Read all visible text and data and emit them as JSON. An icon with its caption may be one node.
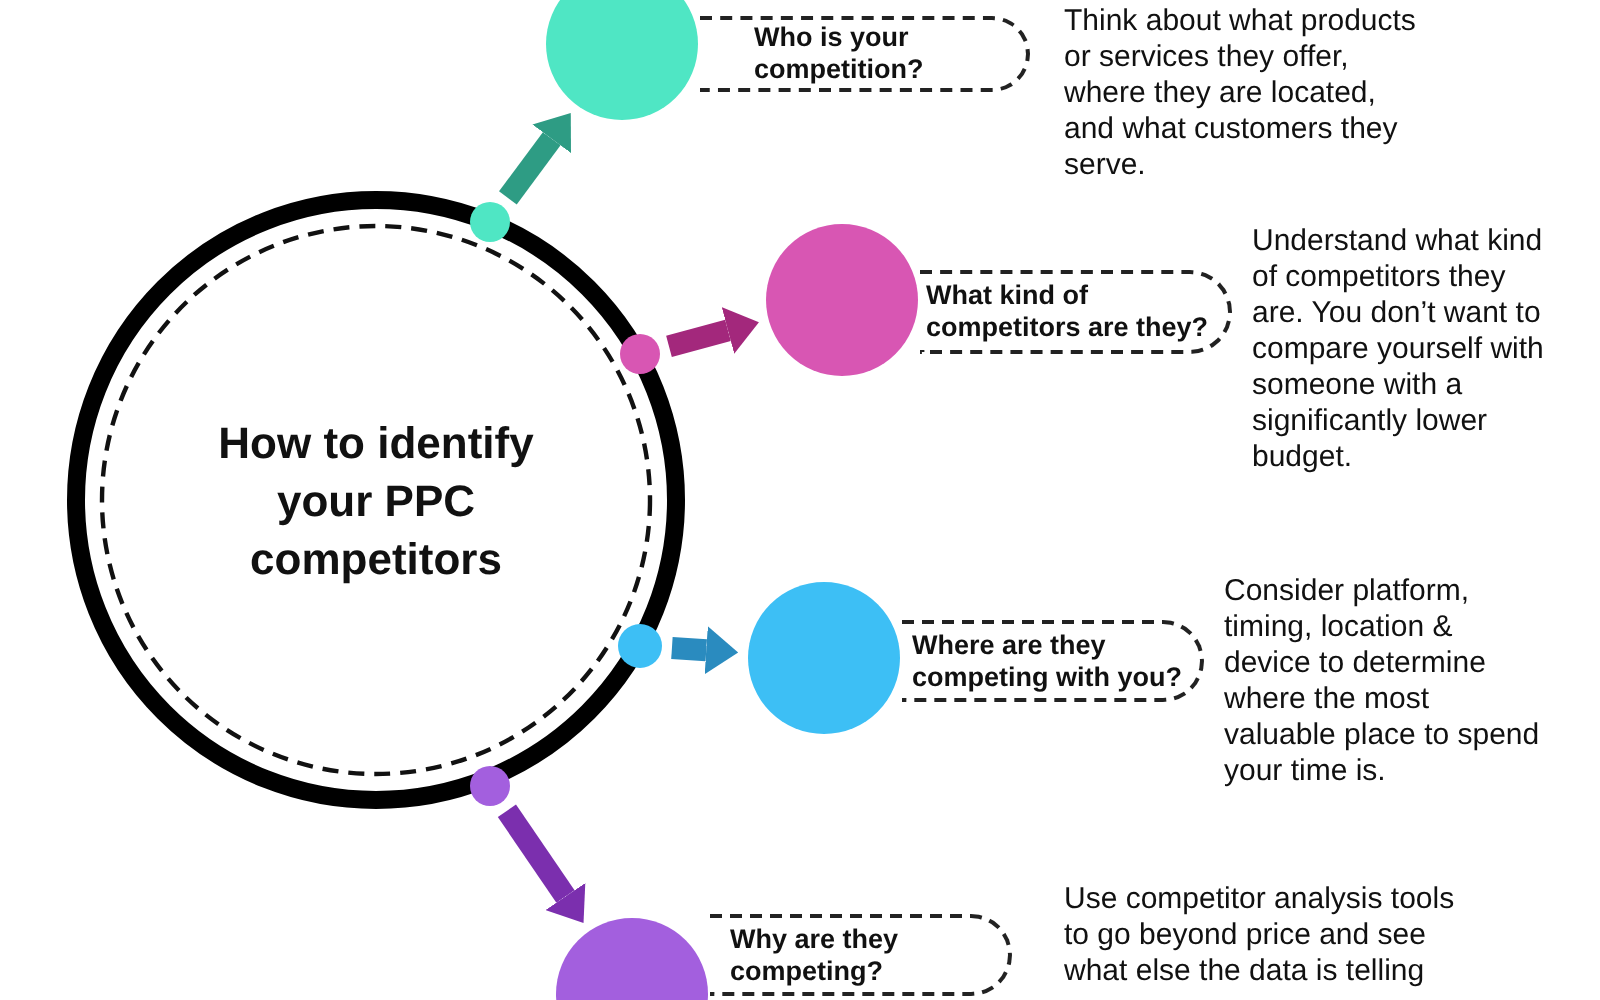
{
  "diagram": {
    "nodes": [
      {
        "text": [
          "How to identify your PPC competitors"
        ]
      },
      {
        "text": [],
        "shape": "circle"
      },
      {
        "text": [],
        "shape": "circle"
      },
      {
        "text": [
          "Who is your competition?"
        ],
        "beside": [
          "Think about what products or services they offer, where they are located, and what customers they serve."
        ]
      },
      {
        "text": [],
        "shape": "circle"
      },
      {
        "text": [],
        "shape": "circle"
      },
      {
        "text": [
          "What kind of competitors are they?"
        ],
        "beside": [
          "Understand what kind of competitors they are. You don’t want to compare yourself with someone with a significantly lower budget."
        ]
      },
      {
        "text": [],
        "shape": "circle"
      },
      {
        "text": [],
        "shape": "circle"
      },
      {
        "text": [
          "Where are they competing with you?"
        ],
        "beside": [
          "Consider platform, timing, location & device to determine where the most valuable place to spend your time is."
        ]
      },
      {
        "text": [],
        "shape": "circle"
      },
      {
        "text": [],
        "shape": "circle"
      },
      {
        "text": [
          "Why are they competing?"
        ],
        "beside": [
          "Use competitor analysis tools to go beyond price and see what else the data is telling"
        ]
      }
    ],
    "edges": [
      {
        "from": 1,
        "to": 2,
        "arrow": "to",
        "color": "#2e9c84"
      },
      {
        "from": 4,
        "to": 5,
        "arrow": "to",
        "color": "#a3287c"
      },
      {
        "from": 7,
        "to": 8,
        "arrow": "to",
        "color": "#2a8bbf"
      },
      {
        "from": 10,
        "to": 11,
        "arrow": "to",
        "color": "#7b2fae"
      }
    ]
  }
}
